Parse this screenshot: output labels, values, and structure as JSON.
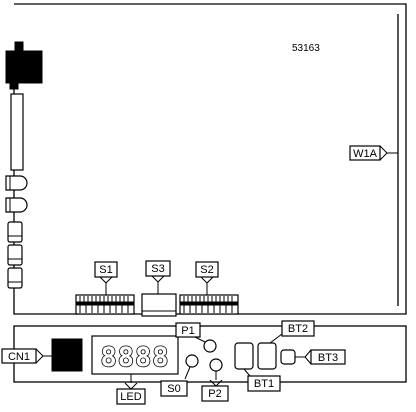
{
  "board": {
    "part_number": "53163"
  },
  "labels": {
    "w1a": "W1A",
    "s1": "S1",
    "s2": "S2",
    "s3": "S3",
    "cn1": "CN1",
    "p1": "P1",
    "p2": "P2",
    "s0": "S0",
    "bt1": "BT1",
    "bt2": "BT2",
    "bt3": "BT3",
    "led": "LED"
  },
  "display": {
    "digits": "8888"
  }
}
